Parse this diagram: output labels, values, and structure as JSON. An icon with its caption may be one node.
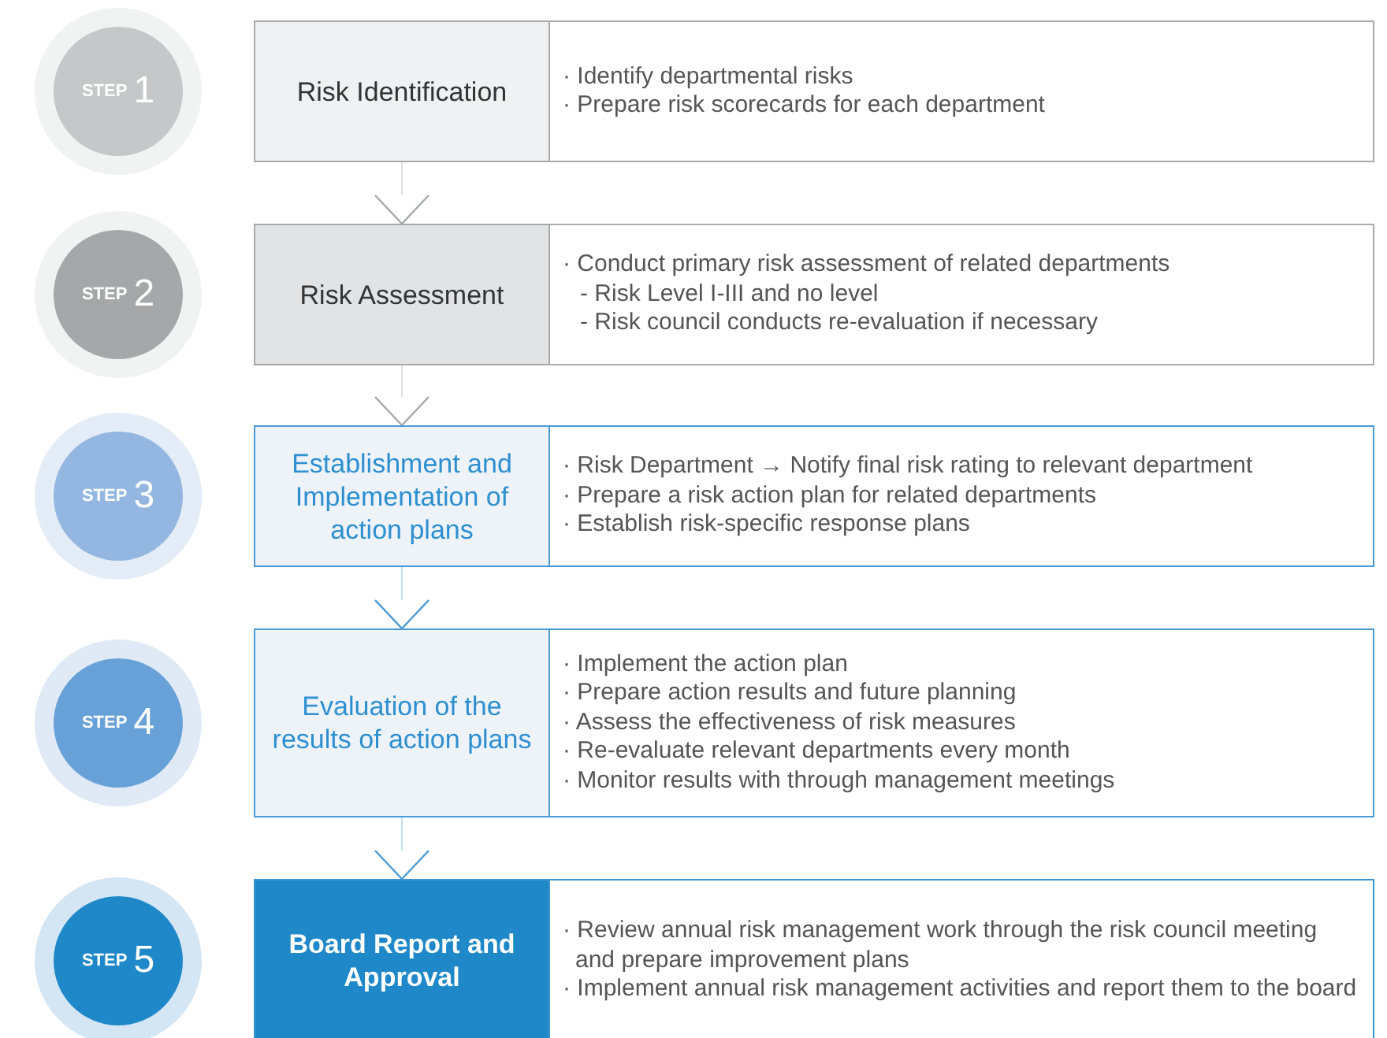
{
  "diagram": {
    "nodes": [
      {
        "text": [
          "STEP",
          "1"
        ]
      },
      {
        "text": [
          "Risk Identification",
          "· Identify departmental risks",
          "· Prepare risk scorecards for each department"
        ]
      },
      {
        "text": [
          "STEP",
          "2"
        ]
      },
      {
        "text": [
          "Risk Assessment",
          "· Conduct primary risk assessment of related departments",
          "- Risk Level I-III and no level",
          "- Risk council conducts re-evaluation if necessary"
        ]
      },
      {
        "text": [
          "STEP",
          "3"
        ]
      },
      {
        "text": [
          "Establishment and Implementation of action plans",
          "· Risk Department → Notify final risk rating to relevant department",
          "· Prepare a risk action plan for related departments",
          "· Establish risk-specific response plans"
        ]
      },
      {
        "text": [
          "STEP",
          "4"
        ]
      },
      {
        "text": [
          "Evaluation of the results of action plans",
          "· Implement the action plan",
          "· Prepare action results and future planning",
          "· Assess the effectiveness of risk measures",
          "· Re-evaluate relevant departments every month",
          "· Monitor results with through management meetings"
        ]
      },
      {
        "text": [
          "STEP",
          "5"
        ]
      },
      {
        "text": [
          "Board Report and Approval",
          "· Review annual risk management work through the risk council meeting and prepare improvement plans",
          "· Implement annual risk management activities and report them to the board"
        ]
      }
    ],
    "edges": [
      {
        "from": 1,
        "to": 3,
        "arrow": "to"
      },
      {
        "from": 3,
        "to": 5,
        "arrow": "to"
      },
      {
        "from": 5,
        "to": 7,
        "arrow": "to",
        "color": "#4a9ad6"
      },
      {
        "from": 7,
        "to": 9,
        "arrow": "to",
        "color": "#4a9ad6"
      }
    ]
  }
}
